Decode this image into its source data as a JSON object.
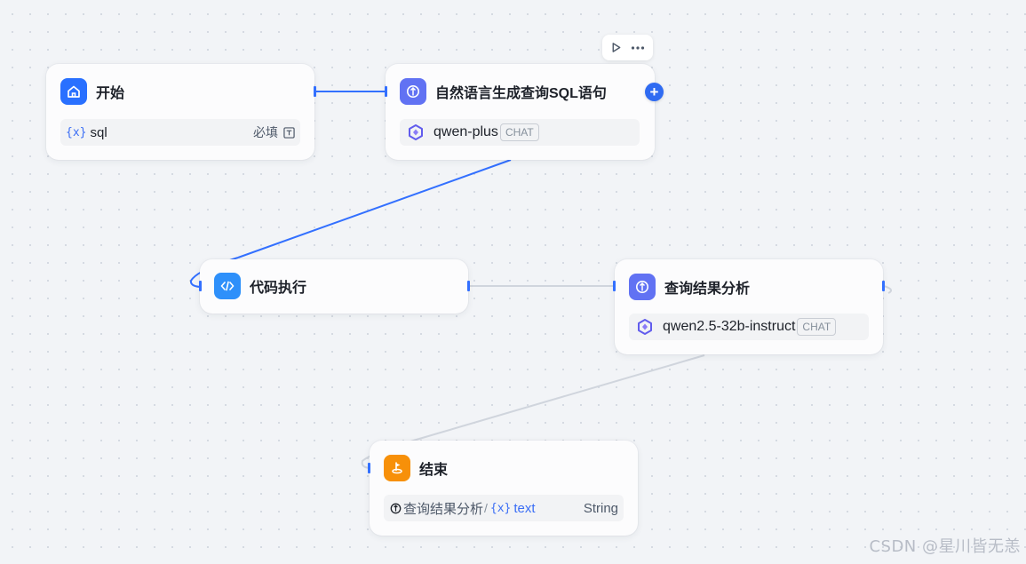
{
  "nodes": {
    "start": {
      "title": "开始",
      "variable": {
        "prefix": "{x}",
        "name": "sql",
        "required_label": "必填"
      }
    },
    "llm_sql": {
      "title": "自然语言生成查询SQL语句",
      "model": {
        "name": "qwen-plus",
        "tag": "CHAT"
      }
    },
    "code": {
      "title": "代码执行"
    },
    "analysis": {
      "title": "查询结果分析",
      "model": {
        "name": "qwen2.5-32b-instruct",
        "tag": "CHAT"
      }
    },
    "end": {
      "title": "结束",
      "output": {
        "source": "查询结果分析",
        "separator": "/",
        "prefix": "{x}",
        "name": "text",
        "type": "String"
      }
    }
  },
  "toolbar": {
    "run_icon": "play-icon",
    "more_icon": "more-icon"
  },
  "add_button": {
    "label": "+"
  },
  "watermark": "CSDN @星川皆无恙",
  "colors": {
    "canvas_bg": "#f2f4f7",
    "accent": "#3370ff",
    "llm_icon": "#6172f3",
    "start_icon": "#2970ff",
    "code_icon": "#2e90fa",
    "end_icon": "#f79009",
    "edge_active": "#3370ff",
    "edge_idle": "#d0d5dd"
  }
}
